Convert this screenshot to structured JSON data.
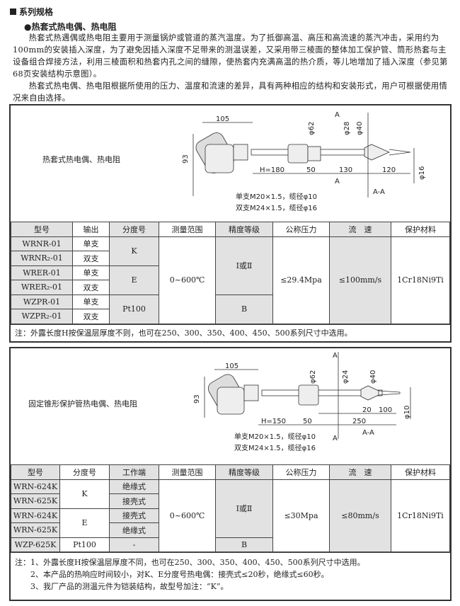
{
  "section_title": "系列规格",
  "subsection_title": "●热套式热电偶、热电阻",
  "paragraphs": [
    "热套式热遇偶或热电阻主要用于测量锅炉或管道的蒸汽温度。为了抵御高温、高压和高流速的蒸汽冲击，采用约为100mm的安装插入深度，为了避免因插入深度不足带来的测温误差，又采用带三棱面的整体加工保护管、筒形热套与主设备组合焊接方法，利用三棱面积和热套内孔之间的缝隙，使热套内充满高温的热介质，等儿地增加了插入深度（参见第68页安装结构示意图）。",
    "热套式热电偶、热电阻根据所使用的压力、温度和流速的差异，具有两种相应的结构和安装形式，用户可根据使用情况来自由选择。"
  ],
  "product1": {
    "title": "热套式热电偶、热电阻",
    "dims": {
      "w": "105",
      "h": "93",
      "H": "H=180",
      "d1": "50",
      "d2": "130",
      "d3": "120",
      "p62": "φ62",
      "p28": "φ28",
      "p40": "φ40",
      "p16": "φ16",
      "sec": "A",
      "secAA": "A-A",
      "thread1": "单支M20×1.5，缆径φ10",
      "thread2": "双支M24×1.5，缆径φ16"
    },
    "headers": [
      "型号",
      "输出",
      "分度号",
      "测量范围",
      "精度等级",
      "公称压力",
      "流　速",
      "保护材料"
    ],
    "models": [
      "WRNR-01",
      "WRNR₂-01",
      "WRER-01",
      "WRER₂-01",
      "WZPR-01",
      "WZPR₂-01"
    ],
    "outputs": [
      "单支",
      "双支",
      "单支",
      "双支",
      "单支",
      "双支"
    ],
    "graduations": [
      "K",
      "E",
      "Pt100"
    ],
    "range": "0~600℃",
    "accuracy": [
      "Ⅰ或Ⅱ",
      "B"
    ],
    "pressure": "≤29.4Mpa",
    "speed": "≤100mm/s",
    "material": "1Cr18Ni9Ti",
    "note": "注：外露长度H按保温层厚度不则，也可在250、300、350、400、450、500系列尺寸中选用。"
  },
  "product2": {
    "title": "固定锥形保护管热电偶、热电阻",
    "dims": {
      "w": "105",
      "h": "93",
      "H": "H=150",
      "d1": "50",
      "d2": "250",
      "d3": "20",
      "d4": "100",
      "p62": "φ62",
      "p24": "φ24",
      "p40": "φ40",
      "p10": "φ10",
      "sec": "A",
      "secAA": "A-A",
      "thread1": "单支M20×1.5，缆径φ10",
      "thread2": "双支M24×1.5，缆径φ16"
    },
    "headers": [
      "型号",
      "分度号",
      "工作端",
      "测量范围",
      "精度等级",
      "公称压力",
      "流　速",
      "保护材料"
    ],
    "models": [
      "WRN-624K",
      "WRN-625K",
      "WRN-624K",
      "WRN-625K",
      "WZP-625K"
    ],
    "graduations": [
      "K",
      "E",
      "Pt100"
    ],
    "junctions": [
      "绝缘式",
      "接壳式",
      "接壳式",
      "绝缘式",
      "-"
    ],
    "range": "0~600℃",
    "accuracy": [
      "Ⅰ或Ⅱ",
      "B"
    ],
    "pressure": "≤30Mpa",
    "speed": "≤80mm/s",
    "material": "1Cr18Ni9Ti",
    "notes": [
      "注：1、外露长度H按保温层厚度不同，也可在250、300、350、400、450、500系列尺寸中选用。",
      "2、本产品的热响应时间较小，对K、E分度号热电偶：接壳式≤20秒，绝缘式≤60秒。",
      "3、我厂产品的测温元件为铠装结构，故型号加注：“K”。"
    ]
  }
}
